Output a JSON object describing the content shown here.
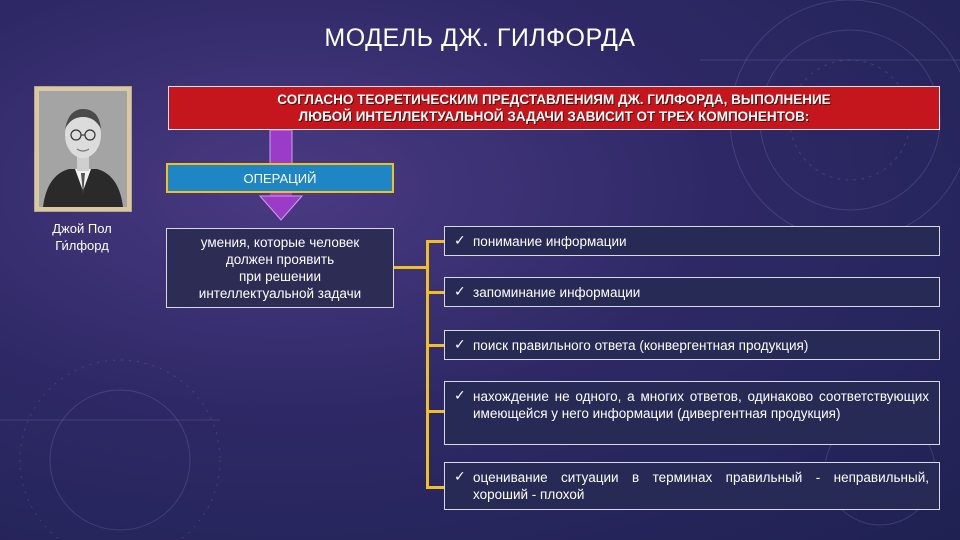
{
  "title": "МОДЕЛЬ ДЖ. ГИЛФОРДА",
  "photo_caption": [
    "Джой Пол",
    "Ги́лфорд"
  ],
  "banner": {
    "line1": "СОГЛАСНО ТЕОРЕТИЧЕСКИМ ПРЕДСТАВЛЕНИЯМ ДЖ. ГИЛФОРДА, ВЫПОЛНЕНИЕ",
    "line2": "ЛЮБОЙ ИНТЕЛЛЕКТУАЛЬНОЙ ЗАДАЧИ ЗАВИСИТ ОТ ТРЕХ КОМПОНЕНТОВ:"
  },
  "operations_label": "ОПЕРАЦИЙ",
  "definition": [
    "умения, которые человек",
    "должен проявить",
    "при решении",
    "интеллектуальной задачи"
  ],
  "check_mark": "✓",
  "items": [
    "понимание информации",
    "запоминание информации",
    "поиск правильного ответа (конвергентная продукция)",
    "нахождение не одного, а многих ответов, одинаково соответствующих имеющейся у него информации (дивергентная продукция)",
    "оценивание ситуации в терминах правильный - неправильный, хороший - плохой"
  ],
  "colors": {
    "banner_red": "#c4161c",
    "ops_blue": "#1f86c6",
    "connector_yellow": "#f0c020",
    "arrow_purple": "#9a3cc8"
  }
}
